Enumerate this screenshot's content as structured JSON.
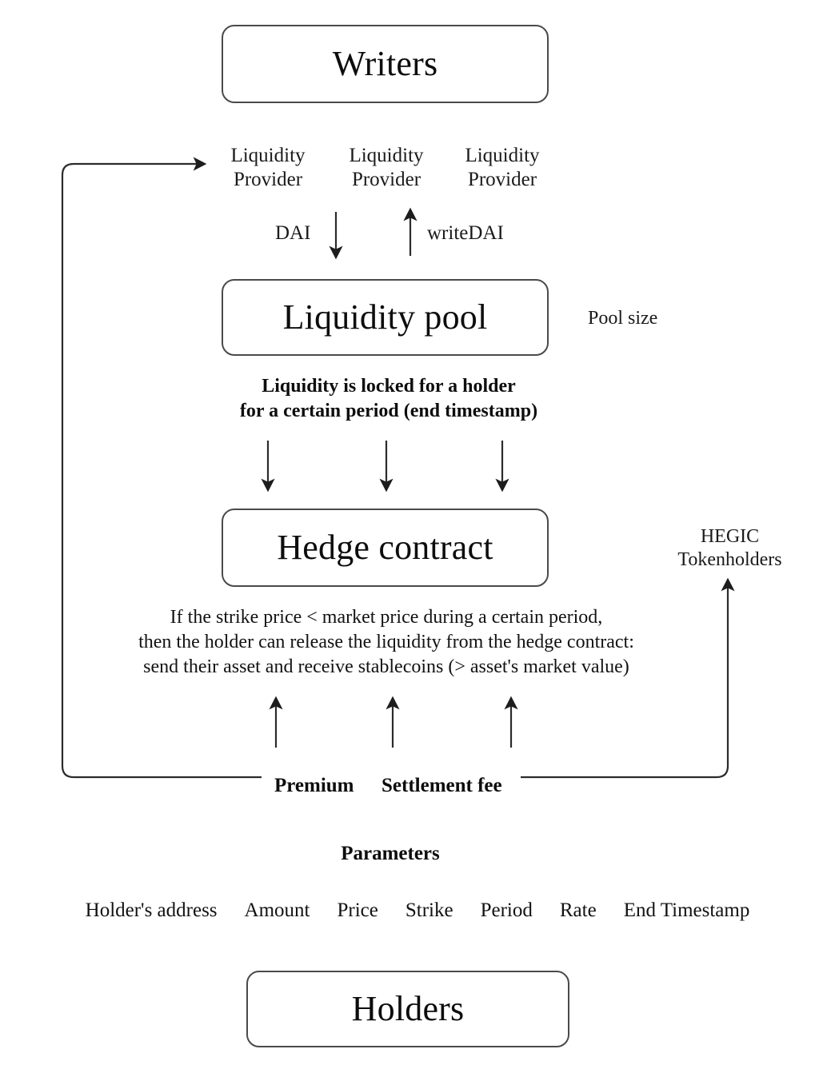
{
  "diagram": {
    "title_node_top": "Writers",
    "title_node_bottom": "Holders",
    "nodes": {
      "writers": "Writers",
      "liquidity_pool": "Liquidity pool",
      "hedge_contract": "Hedge contract",
      "holders": "Holders"
    },
    "liquidity_providers": [
      {
        "line1": "Liquidity",
        "line2": "Provider"
      },
      {
        "line1": "Liquidity",
        "line2": "Provider"
      },
      {
        "line1": "Liquidity",
        "line2": "Provider"
      }
    ],
    "flows": {
      "dai": "DAI",
      "write_dai": "writeDAI"
    },
    "pool_size_label": "Pool size",
    "lock_note": {
      "line1": "Liquidity is locked for a holder",
      "line2": "for a certain period (end timestamp)"
    },
    "hedge_note": {
      "line1": "If the strike price < market price during a certain period,",
      "line2": "then the holder can release the liquidity from the hedge contract:",
      "line3": "send their asset and receive stablecoins (> asset's market value)"
    },
    "hegic": {
      "line1": "HEGIC",
      "line2": "Tokenholders"
    },
    "fees": {
      "premium": "Premium",
      "settlement": "Settlement fee"
    },
    "parameters_title": "Parameters",
    "parameters": [
      "Holder's address",
      "Amount",
      "Price",
      "Strike",
      "Period",
      "Rate",
      "End Timestamp"
    ],
    "colors": {
      "background": "#ffffff",
      "box_border": "#4a4a4a",
      "line": "#2b2b2b",
      "text": "#111111"
    }
  }
}
